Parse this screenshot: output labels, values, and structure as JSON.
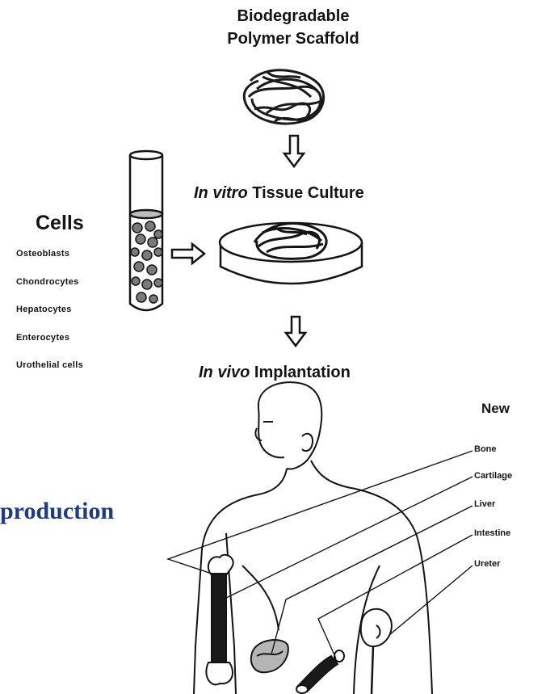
{
  "diagram": {
    "scaffold_title": "Biodegradable\nPolymer Scaffold",
    "culture_italic": "In vitro",
    "culture_rest": " Tissue Culture",
    "implant_italic": "In vivo",
    "implant_rest": " Implantation",
    "cells_heading": "Cells",
    "cell_types": [
      "Osteoblasts",
      "Chondrocytes",
      "Hepatocytes",
      "Enterocytes",
      "Urothelial cells"
    ],
    "new_heading": "New",
    "new_tissues": [
      "Bone",
      "Cartilage",
      "Liver",
      "Intestine",
      "Ureter"
    ],
    "overlay_text": "production"
  },
  "colors": {
    "ink": "#141414",
    "overlay_text": "#1f3a8a"
  }
}
